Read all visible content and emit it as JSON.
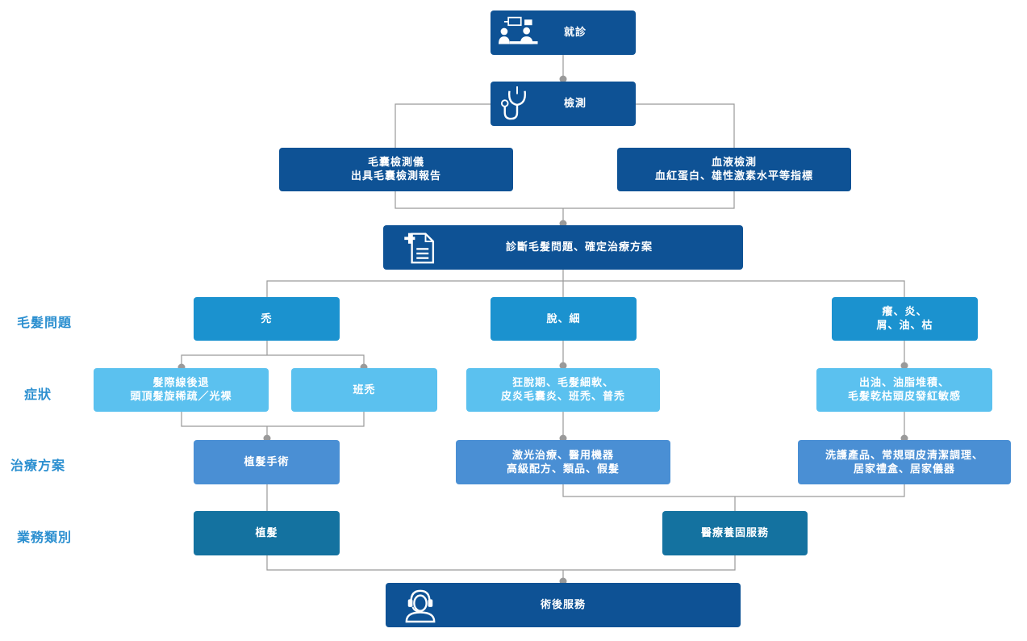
{
  "visit": {
    "label": "就診",
    "icon": "doctor-consultation-icon"
  },
  "test": {
    "label": "檢測",
    "icon": "stethoscope-icon"
  },
  "follicle_test": {
    "line1": "毛囊檢測儀",
    "line2": "出具毛囊檢測報告"
  },
  "blood_test": {
    "line1": "血液檢測",
    "line2": "血紅蛋白、雄性激素水平等指標"
  },
  "diagnosis": {
    "label": "診斷毛髮問題、確定治療方案",
    "icon": "medical-document-icon"
  },
  "row_labels": {
    "problem": "毛髮問題",
    "symptom": "症狀",
    "treatment": "治療方案",
    "business": "業務類別"
  },
  "problems": {
    "bald": "禿",
    "shedding": "脫、細",
    "itch_line1": "癢、炎、",
    "itch_line2": "屑、油、枯"
  },
  "symptoms": {
    "hairline_line1": "髮際線後退",
    "hairline_line2": "頭頂髮旋稀疏／光裸",
    "patchy": "班禿",
    "shedding_line1": "狂脫期、毛髮細軟、",
    "shedding_line2": "皮炎毛囊炎、班禿、普禿",
    "oily_line1": "出油、油脂堆積、",
    "oily_line2": "毛髮乾枯頭皮發紅敏感"
  },
  "treatments": {
    "transplant": "植髮手術",
    "laser_line1": "激光治療、醫用機器",
    "laser_line2": "高級配方、類品、假髮",
    "care_line1": "洗護產品、常規頭皮清潔調理、",
    "care_line2": "居家禮盒、居家儀器"
  },
  "business": {
    "transplant": "植髮",
    "medical_care": "醫療養固服務"
  },
  "aftercare": {
    "label": "術後服務",
    "icon": "headset-support-icon"
  },
  "colors": {
    "dark": "#0e5295",
    "mid": "#1b92cf",
    "light": "#5bc1ef",
    "treatment": "#4a8fd4",
    "teal": "#1472a0",
    "connector": "#9a9a9a",
    "side_label": "#2b8fd0"
  }
}
